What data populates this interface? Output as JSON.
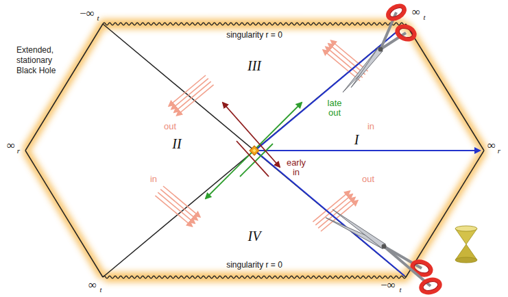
{
  "diagram": {
    "labels": [
      "Extended, stationary Black Hole",
      "−∞",
      "t",
      "∞",
      "t",
      "singularity r = 0",
      "III",
      "in",
      "out",
      "late out",
      "∞",
      "r",
      "II",
      "I",
      "∞",
      "r",
      "early in",
      "in",
      "out",
      "IV",
      "singularity r = 0",
      "∞",
      "t",
      "−∞",
      "t"
    ]
  }
}
